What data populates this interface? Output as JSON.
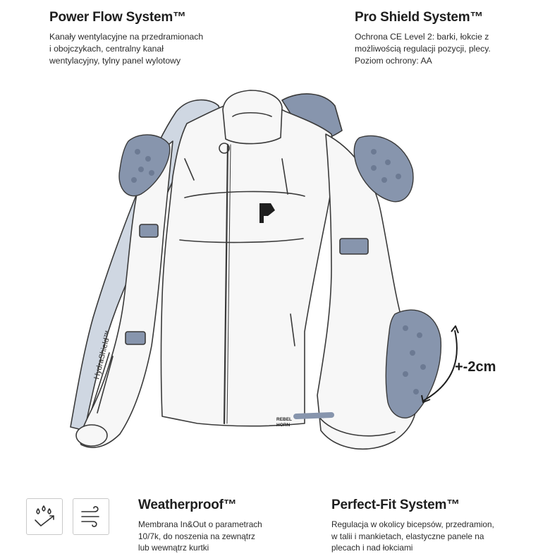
{
  "features": {
    "power_flow": {
      "title": "Power Flow System™",
      "text": "Kanały wentylacyjne na przedramionach\ni obojczykach, centralny kanał\nwentylacyjny, tylny panel wylotowy"
    },
    "pro_shield": {
      "title": "Pro Shield System™",
      "text": "Ochrona CE Level 2: barki, łokcie z\nmożliwością regulacji pozycji, plecy.\nPoziom ochrony: AA"
    },
    "weatherproof": {
      "title": "Weatherproof™",
      "text": "Membrana In&Out o parametrach\n10/7k, do noszenia na zewnątrz\nlub wewnątrz kurtki"
    },
    "perfect_fit": {
      "title": "Perfect-Fit System™",
      "text": "Regulacja w okolicy bicepsów, przedramion,\nw talii i mankietach, elastyczne panele na\nplecach i nad łokciami"
    }
  },
  "diagram": {
    "membrane_label": "HydraShield™",
    "brand_tag": "REBEL\nHORN",
    "elbow_adjustment": "+-2cm"
  },
  "icons": [
    "waterproof-icon",
    "windproof-icon"
  ],
  "colors": {
    "protector": "#8795ad",
    "protector_dark": "#6c7a93",
    "membrane": "#cfd7e2",
    "outline": "#3a3a3a",
    "jacket_fill": "#f7f7f7"
  }
}
